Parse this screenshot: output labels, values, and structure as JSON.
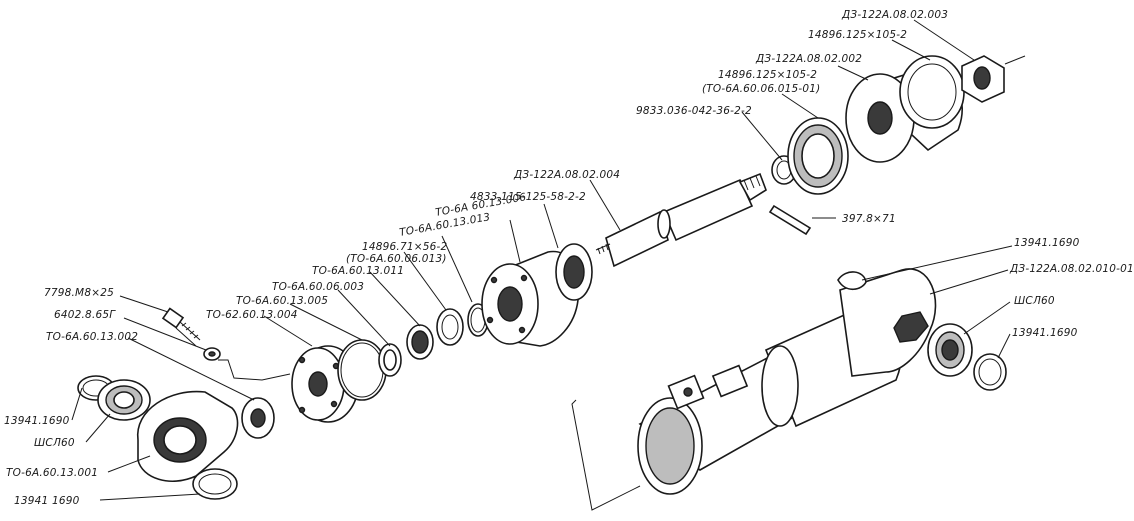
{
  "labels": {
    "d3_122a_08_02_003": "ДЗ-122А.08.02.003",
    "l_14896_125_105_2_top": "14896.125×105-2",
    "d3_122a_08_02_002": "ДЗ-122А.08.02.002",
    "l_14896_125_105_2": "14896.125×105-2",
    "to_6a_60_06_015_01": "(ТО-6А.60.06.015-01)",
    "l_9833_036_042_36_2_2": "9833.036-042-36-2-2",
    "d3_122a_08_02_004": "ДЗ-122А.08.02.004",
    "l_4833_115_125_58_2_2": "4833.115-125-58-2-2",
    "to_6a_60_13_006": "ТО-6А 60.13.006",
    "to_6a_60_13_013": "ТО-6А.60.13.013",
    "l_14896_71_56_2": "14896.71×56-2",
    "to_6a_60_06_013": "(ТО-6А.60.06.013)",
    "to_6a_60_13_011": "ТО-6А.60.13.011",
    "to_6a_60_06_003": "ТО-6А.60.06.003",
    "to_6a_60_13_005": "ТО-6А.60.13.005",
    "to_62_60_13_004": "ТО-62.60.13.004",
    "l_7798_m8_25": "7798.М8×25",
    "l_6402_8_65g": "6402.8.65Г",
    "to_6a_60_13_002": "ТО-6А.60.13.002",
    "l_13941_1690_left": "13941.1690",
    "shsl60_left": "ШСЛ60",
    "to_6a_60_13_001": "ТО-6А.60.13.001",
    "l_13941_1690_bottom": "13941 1690",
    "l_397_8_71": "397.8×71",
    "l_13941_1690_right_top": "13941.1690",
    "d3_122a_08_02_010_01": "ДЗ-122А.08.02.010-01",
    "shsl60_right": "ШСЛ60",
    "l_13941_1690_right": "13941.1690"
  }
}
